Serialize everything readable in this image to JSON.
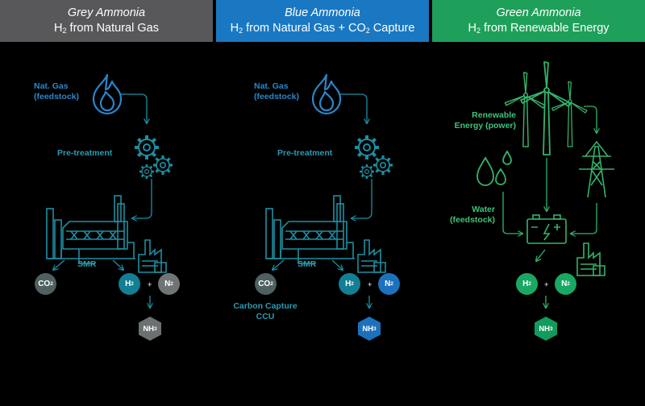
{
  "colors": {
    "grey_header": "#58585a",
    "blue_header": "#1a78c2",
    "green_header": "#1fa05a",
    "grey_line": "#1d8fa3",
    "blue_line": "#1d8fa3",
    "green_line": "#34b36a",
    "blue_text": "#2a86c8",
    "teal_text": "#2a9bb0",
    "green_text": "#3cc47a",
    "co2_fill": "#4e6160",
    "h2_fill": "#127f94",
    "n2_grey": "#6f7475",
    "n2_blue": "#1c71bd",
    "nh3_grey": "#6b7071",
    "nh3_blue": "#1c71bd",
    "green_node": "#19a862",
    "nh3_green": "#139a5d"
  },
  "headers": {
    "grey": {
      "title": "Grey Ammonia",
      "line_a": "H",
      "line_a_sub": "2",
      "line_b": " from Natural Gas"
    },
    "blue": {
      "title": "Blue Ammonia",
      "line_a": "H",
      "line_a_sub": "2",
      "line_b": " from Natural Gas + CO",
      "line_b_sub": "2",
      "line_c": " Capture"
    },
    "green": {
      "title": "Green Ammonia",
      "line_a": "H",
      "line_a_sub": "2",
      "line_b": " from Renewable Energy"
    }
  },
  "grey": {
    "gas_label_1": "Nat. Gas",
    "gas_label_2": "(feedstock)",
    "pretreatment": "Pre-treatment",
    "smr": "SMR",
    "co2": "CO",
    "co2_sub": "2",
    "h2": "H",
    "h2_sub": "2",
    "plus": "+",
    "n2": "N",
    "n2_sub": "2",
    "nh3": "NH",
    "nh3_sub": "3"
  },
  "blue": {
    "gas_label_1": "Nat. Gas",
    "gas_label_2": "(feedstock)",
    "pretreatment": "Pre-treatment",
    "smr": "SMR",
    "co2": "CO",
    "co2_sub": "2",
    "h2": "H",
    "h2_sub": "2",
    "plus": "+",
    "n2": "N",
    "n2_sub": "2",
    "nh3": "NH",
    "nh3_sub": "3",
    "capture_1": "Carbon Capture",
    "capture_2": "CCU"
  },
  "green": {
    "renewable_1": "Renewable",
    "renewable_2": "Energy (power)",
    "water_1": "Water",
    "water_2": "(feedstock)",
    "h2": "H",
    "h2_sub": "2",
    "plus": "+",
    "n2": "N",
    "n2_sub": "2",
    "nh3": "NH",
    "nh3_sub": "3"
  }
}
